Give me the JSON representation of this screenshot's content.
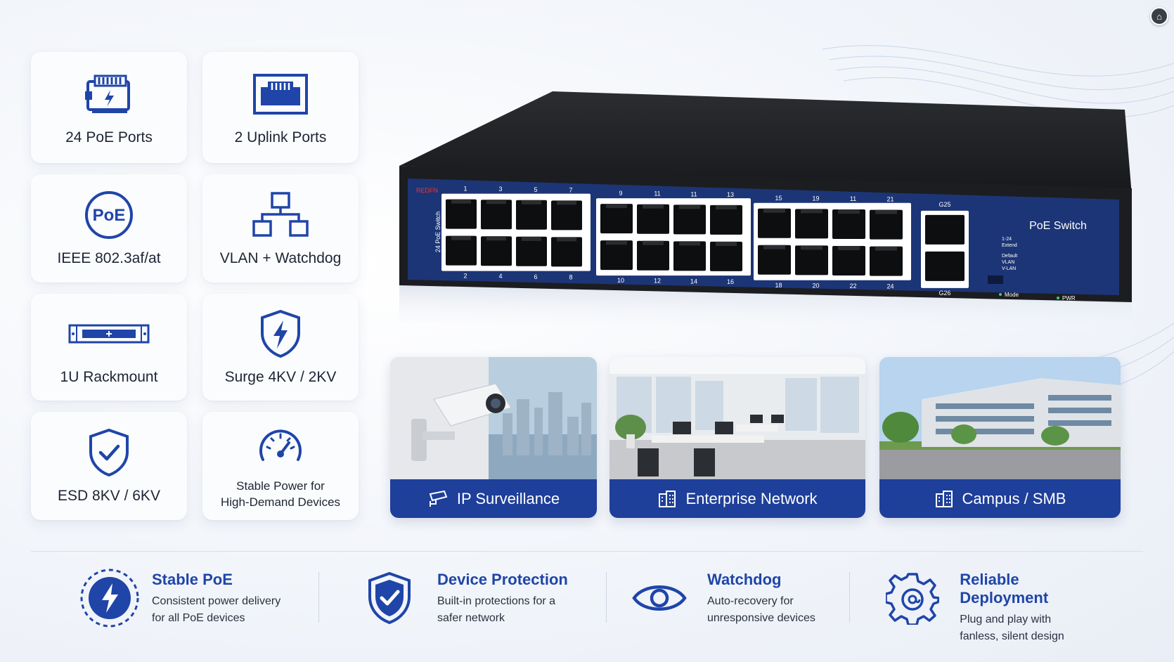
{
  "features": [
    {
      "label": "24 PoE Ports",
      "icon": "poe-port-icon"
    },
    {
      "label": "2 Uplink Ports",
      "icon": "ethernet-port-icon"
    },
    {
      "label": "IEEE 802.3af/at",
      "icon": "poe-badge-icon",
      "badge": "PoE"
    },
    {
      "label": "VLAN + Watchdog",
      "icon": "network-topology-icon"
    },
    {
      "label": "1U Rackmount",
      "icon": "rack-unit-icon"
    },
    {
      "label": "Surge 4KV / 2KV",
      "icon": "lightning-shield-icon"
    },
    {
      "label": "ESD 8KV / 6KV",
      "icon": "check-shield-icon"
    },
    {
      "label": "Stable Power for\nHigh-Demand Devices",
      "icon": "gauge-icon"
    }
  ],
  "switch": {
    "brand": "REDFN",
    "side_label": "24 PoE Switch",
    "name": "PoE Switch",
    "top_numbers": [
      "1",
      "3",
      "5",
      "7",
      "9",
      "11",
      "11",
      "13",
      "15",
      "19",
      "11",
      "21"
    ],
    "bottom_numbers": [
      "2",
      "4",
      "6",
      "8",
      "10",
      "12",
      "14",
      "16",
      "18",
      "20",
      "22",
      "24"
    ],
    "uplink_top": "G25",
    "uplink_bottom": "G26",
    "dip_labels": [
      "1-24",
      "Extend",
      "Default",
      "VLAN",
      "V-LAN"
    ],
    "mode_label": "Mode",
    "pwr_label": "PWR"
  },
  "applications": [
    {
      "label": "IP Surveillance",
      "icon": "cctv-camera-icon"
    },
    {
      "label": "Enterprise Network",
      "icon": "office-building-icon"
    },
    {
      "label": "Campus / SMB",
      "icon": "campus-building-icon"
    }
  ],
  "benefits": [
    {
      "title": "Stable PoE",
      "desc1": "Consistent power delivery",
      "desc2": "for all PoE devices",
      "icon": "power-bolt-icon"
    },
    {
      "title": "Device Protection",
      "desc1": "Built-in protections for a",
      "desc2": "safer network",
      "icon": "protection-shield-icon"
    },
    {
      "title": "Watchdog",
      "desc1": "Auto-recovery for",
      "desc2": "unresponsive devices",
      "icon": "eye-icon"
    },
    {
      "title": "Reliable Deployment",
      "desc1": "Plug and play with",
      "desc2": "fanless, silent design",
      "icon": "gear-icon"
    }
  ],
  "colors": {
    "accent": "#1f45a8",
    "panel": "#1c3576",
    "bar": "#1e3f9a"
  }
}
